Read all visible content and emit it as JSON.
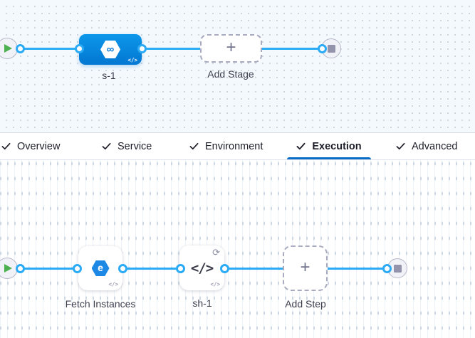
{
  "stage_graph": {
    "stages": [
      {
        "label": "s-1",
        "type": "deploy-stage"
      }
    ],
    "add_stage_label": "Add Stage"
  },
  "tab_bar": {
    "tabs": [
      {
        "label": "Overview",
        "checked": true,
        "active": false
      },
      {
        "label": "Service",
        "checked": true,
        "active": false
      },
      {
        "label": "Environment",
        "checked": true,
        "active": false
      },
      {
        "label": "Execution",
        "checked": true,
        "active": true
      },
      {
        "label": "Advanced",
        "checked": true,
        "active": false
      }
    ]
  },
  "execution_graph": {
    "steps": [
      {
        "label": "Fetch Instances",
        "type": "elastigroup-step"
      },
      {
        "label": "sh-1",
        "type": "shell-script-step",
        "looping": true
      }
    ],
    "add_step_label": "Add Step"
  },
  "icons": {
    "plus": "+",
    "infinity": "∞",
    "code": "</>",
    "loop": "⟳",
    "elastigroup_letter": "e"
  },
  "colors": {
    "connector_blue": "#2BAAF5",
    "stage_blue": "#0487DB",
    "tab_underline_blue": "#0B6CC6",
    "play_green": "#4CAF50",
    "stop_gray": "#9394AB",
    "canvas_top_bg": "#F4F9FD",
    "canvas_bottom_bg": "#FFFFFF"
  }
}
